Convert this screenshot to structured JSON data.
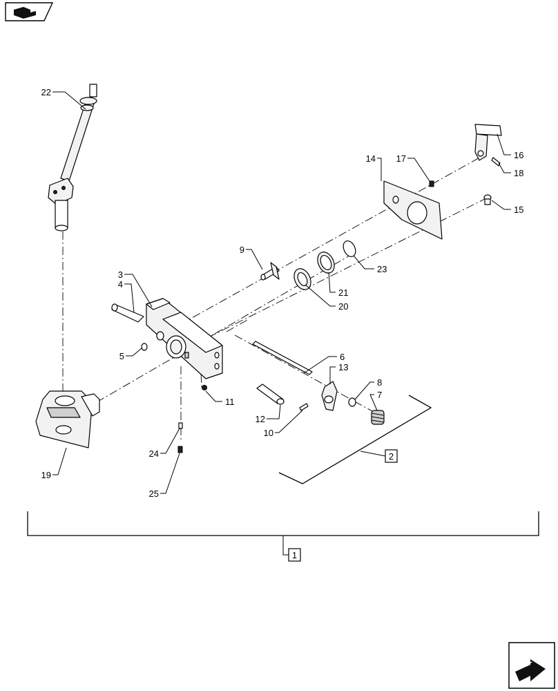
{
  "toolbar": {
    "top_icon": "page-flip-icon",
    "nav_icon": "next-page-arrow-icon"
  },
  "callouts": {
    "c1": "1",
    "c2": "2",
    "c3": "3",
    "c4": "4",
    "c5": "5",
    "c6": "6",
    "c7": "7",
    "c8": "8",
    "c9": "9",
    "c10": "10",
    "c11": "11",
    "c12": "12",
    "c13": "13",
    "c14": "14",
    "c15": "15",
    "c16": "16",
    "c17": "17",
    "c18": "18",
    "c19": "19",
    "c20": "20",
    "c21": "21",
    "c22": "22",
    "c23": "23",
    "c24": "24",
    "c25": "25"
  }
}
